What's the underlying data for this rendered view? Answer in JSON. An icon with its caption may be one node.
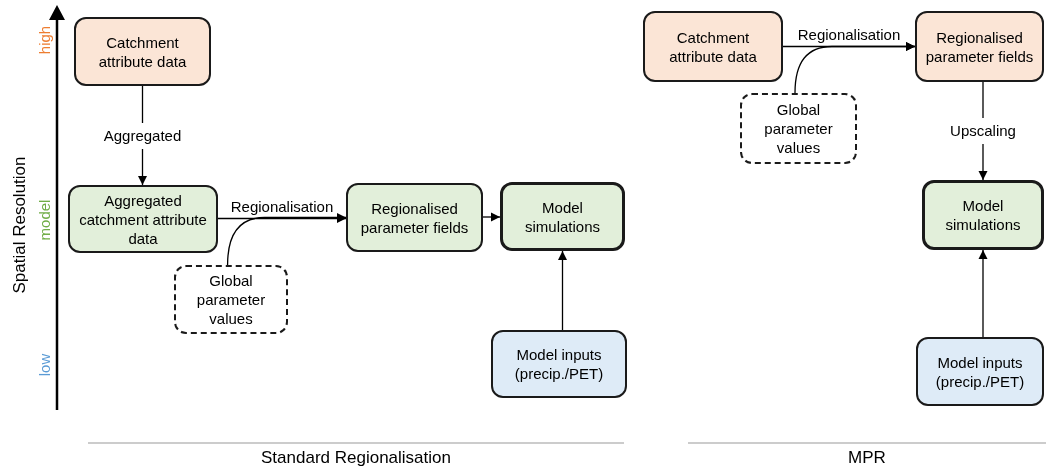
{
  "diagram": {
    "nodes": [
      {
        "text": [
          "Catchment attribute data"
        ]
      },
      {
        "text": [
          "Aggregated catchment attribute data"
        ]
      },
      {
        "text": [
          "Global parameter values"
        ]
      },
      {
        "text": [
          "Regionalised parameter fields"
        ]
      },
      {
        "text": [
          "Model simulations"
        ]
      },
      {
        "text": [
          "Model inputs (precip./PET)"
        ]
      },
      {
        "text": [
          "Catchment attribute data"
        ]
      },
      {
        "text": [
          "Global parameter values"
        ]
      },
      {
        "text": [
          "Regionalised parameter fields"
        ]
      },
      {
        "text": [
          "Model simulations"
        ]
      },
      {
        "text": [
          "Model inputs (precip./PET)"
        ]
      }
    ],
    "edges": [
      {
        "from": 0,
        "to": 1,
        "arrow": "to",
        "label": "Aggregated"
      },
      {
        "from": 1,
        "to": 3,
        "arrow": "to",
        "label": "Regionalisation"
      },
      {
        "from": 2,
        "to": 3,
        "arrow": "to"
      },
      {
        "from": 3,
        "to": 4,
        "arrow": "to"
      },
      {
        "from": 5,
        "to": 4,
        "arrow": "to"
      },
      {
        "from": 6,
        "to": 8,
        "arrow": "to",
        "label": "Regionalisation"
      },
      {
        "from": 7,
        "to": 8,
        "arrow": "to"
      },
      {
        "from": 8,
        "to": 9,
        "arrow": "to",
        "label": "Upscaling"
      },
      {
        "from": 10,
        "to": 9,
        "arrow": "to"
      }
    ],
    "labels": [
      "high",
      "model",
      "low",
      "Spatial Resolution",
      "Standard Regionalisation",
      "MPR"
    ]
  }
}
